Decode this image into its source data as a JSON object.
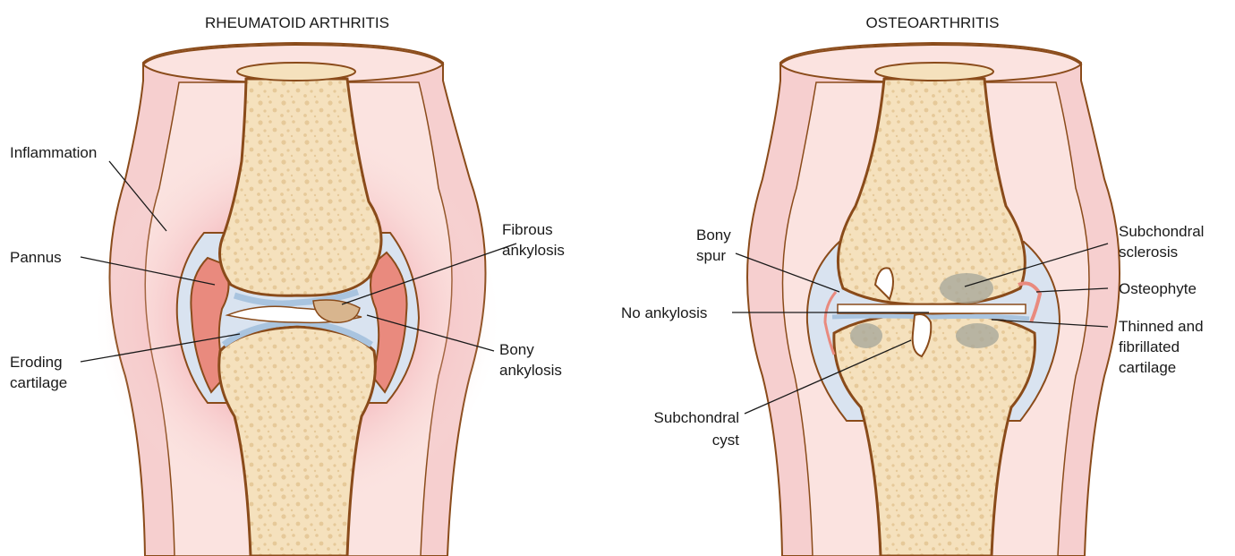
{
  "panels": {
    "left": {
      "title": "RHEUMATOID ARTHRITIS",
      "labels": {
        "inflammation": "Inflammation",
        "pannus": "Pannus",
        "eroding_1": "Eroding",
        "eroding_2": "cartilage",
        "fibrous_1": "Fibrous",
        "fibrous_2": "ankylosis",
        "bony_1": "Bony",
        "bony_2": "ankylosis"
      }
    },
    "right": {
      "title": "OSTEOARTHRITIS",
      "labels": {
        "spur_1": "Bony",
        "spur_2": "spur",
        "no_ankylosis": "No ankylosis",
        "cyst_1": "Subchondral",
        "cyst_2": "cyst",
        "sclerosis_1": "Subchondral",
        "sclerosis_2": "sclerosis",
        "osteophyte": "Osteophyte",
        "thinned_1": "Thinned and",
        "thinned_2": "fibrillated",
        "thinned_3": "cartilage"
      }
    }
  },
  "colors": {
    "skin_outer": "#f6cfcf",
    "skin_inner": "#fbe3e0",
    "bone": "#f5e1bd",
    "bone_outline": "#8a4b1a",
    "bone_pore": "#e6c999",
    "cartilage": "#a9c4df",
    "capsule": "#d9e3f0",
    "pannus": "#e98a7e",
    "inflammation": "#e8707e",
    "sclerosis": "#a9a99b",
    "ankylosis": "#d8b58e"
  }
}
